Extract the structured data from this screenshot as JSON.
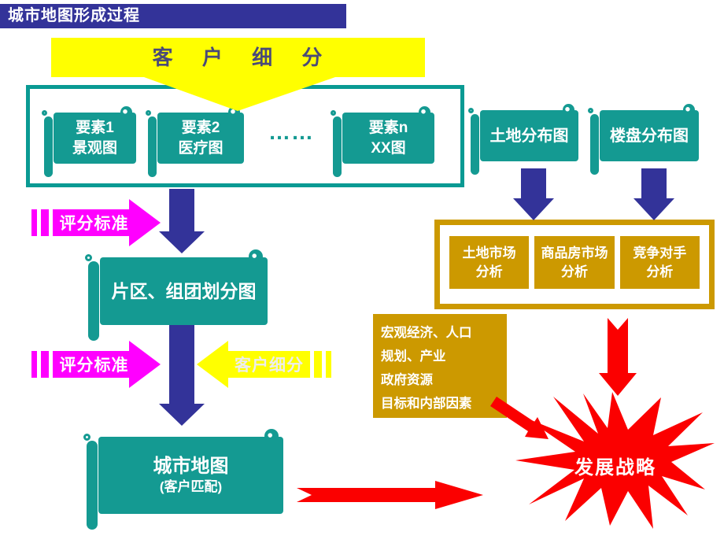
{
  "colors": {
    "teal": "#149A92",
    "navy": "#333399",
    "magenta": "#FF00FF",
    "yellow": "#FFFF00",
    "gold": "#CC9900",
    "red": "#FB0000"
  },
  "header": {
    "title": "城市地图形成过程"
  },
  "banner": {
    "label": "客 户 细 分"
  },
  "factor_maps": {
    "items": [
      {
        "line1": "要素1",
        "line2": "景观图"
      },
      {
        "line1": "要素2",
        "line2": "医疗图"
      },
      {
        "line1": "要素n",
        "line2": "XX图"
      }
    ],
    "ellipsis": "……"
  },
  "distribution_maps": {
    "land": "土地分布图",
    "property": "楼盘分布图"
  },
  "arrows": {
    "scoring_label": "评分标准",
    "customer_label": "客户细分"
  },
  "district_map": {
    "label": "片区、组团划分图"
  },
  "city_map": {
    "title": "城市地图",
    "subtitle": "(客户匹配)"
  },
  "market_analysis": {
    "items": [
      {
        "line1": "土地市场",
        "line2": "分析"
      },
      {
        "line1": "商品房市场",
        "line2": "分析"
      },
      {
        "line1": "竞争对手",
        "line2": "分析"
      }
    ]
  },
  "macro_factors": {
    "lines": [
      "宏观经济、人口",
      "规划、产业",
      "政府资源",
      "目标和内部因素"
    ]
  },
  "strategy": {
    "label": "发展战略"
  }
}
